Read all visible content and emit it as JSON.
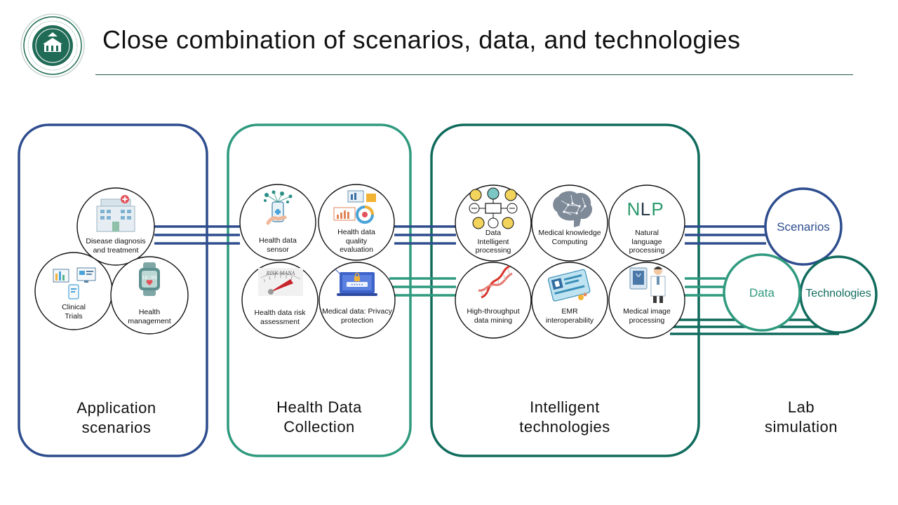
{
  "title": "Close combination of scenarios, data, and technologies",
  "logo": {
    "name": "university-seal-icon",
    "text": "CHINESE ACADEMY OF MEDICAL SCIENCES · PEKING UNION MEDICAL COLLEGE"
  },
  "colors": {
    "navy": "#2e4d8e",
    "teal": "#2f9a7e",
    "deepTeal": "#106b5d"
  },
  "panels": [
    {
      "label_line1": "Application",
      "label_line2": "scenarios"
    },
    {
      "label_line1": "Health Data",
      "label_line2": "Collection"
    },
    {
      "label_line1": "Intelligent",
      "label_line2": "technologies"
    }
  ],
  "application_nodes": [
    {
      "label": "Disease diagnosis and treatment",
      "icon": "hospital-icon"
    },
    {
      "label": "Clinical Trials",
      "icon": "clinical-dashboard-icon"
    },
    {
      "label": "Health management",
      "icon": "smartwatch-icon"
    }
  ],
  "collection_nodes": [
    {
      "label": "Health data sensor",
      "icon": "phone-sensor-icon"
    },
    {
      "label": "Health data quality evaluation",
      "icon": "chart-evaluation-icon"
    },
    {
      "label": "Health data risk assessment",
      "icon": "risk-gauge-icon"
    },
    {
      "label": "Medical data: Privacy protection",
      "icon": "laptop-lock-icon"
    }
  ],
  "technology_nodes": [
    {
      "label": "Data Intelligent processing",
      "icon": "network-diagram-icon"
    },
    {
      "label": "Medical knowledge Computing",
      "icon": "brain-icon"
    },
    {
      "label": "Natural language processing",
      "icon": "nlp-icon",
      "icon_text": "NLP"
    },
    {
      "label": "High-throughput data mining",
      "icon": "dna-icon"
    },
    {
      "label": "EMR interoperability",
      "icon": "emr-record-icon"
    },
    {
      "label": "Medical image processing",
      "icon": "doctor-image-icon"
    }
  ],
  "lab_simulation": {
    "label_line1": "Lab",
    "label_line2": "simulation",
    "circles": [
      "Scenarios",
      "Data",
      "Technologies"
    ]
  }
}
